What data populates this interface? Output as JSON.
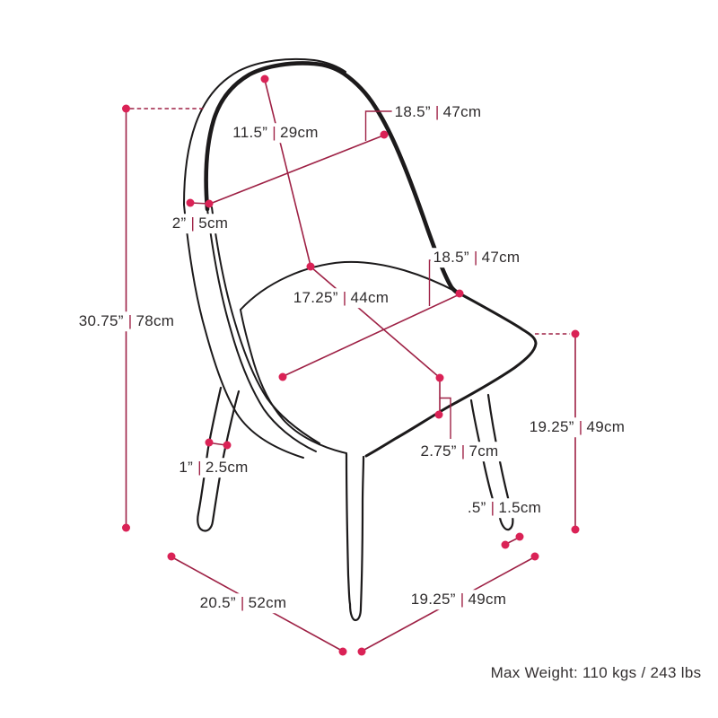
{
  "colors": {
    "background": "#FFFFFF",
    "annotation_line": "#9E2145",
    "dot": "#DA2256",
    "label_text": "#2E2B2C",
    "chair_line": "#1C1A1B"
  },
  "separator": "|",
  "dimensions": {
    "overall_height": {
      "value": "30.75”",
      "unit": "78cm"
    },
    "back_height": {
      "value": "11.5”",
      "unit": "29cm"
    },
    "back_width": {
      "value": "18.5”",
      "unit": "47cm"
    },
    "back_thickness": {
      "value": "2”",
      "unit": "5cm"
    },
    "seat_depth": {
      "value": "17.25”",
      "unit": "44cm"
    },
    "seat_width": {
      "value": "18.5”",
      "unit": "47cm"
    },
    "seat_thickness": {
      "value": "2.75”",
      "unit": "7cm"
    },
    "seat_height": {
      "value": "19.25”",
      "unit": "49cm"
    },
    "leg_width": {
      "value": "1”",
      "unit": "2.5cm"
    },
    "leg_tip": {
      "value": ".5”",
      "unit": "1.5cm"
    },
    "overall_depth": {
      "value": "20.5”",
      "unit": "52cm"
    },
    "overall_width": {
      "value": "19.25”",
      "unit": "49cm"
    }
  },
  "footnote": "Max Weight: 110 kgs / 243 lbs"
}
